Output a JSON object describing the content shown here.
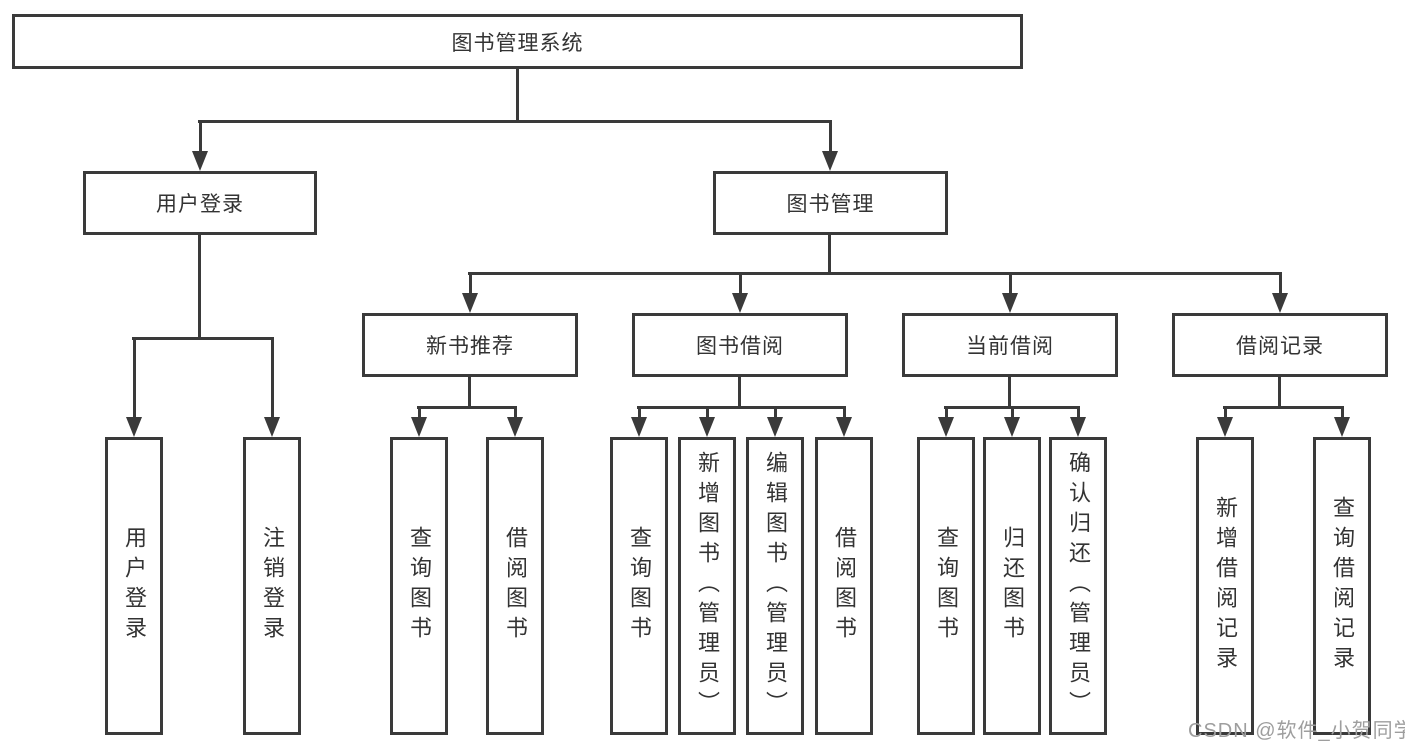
{
  "diagram": {
    "root": {
      "label": "图书管理系统"
    },
    "level2": [
      {
        "label": "用户登录"
      },
      {
        "label": "图书管理"
      }
    ],
    "level3": [
      {
        "label": "新书推荐"
      },
      {
        "label": "图书借阅"
      },
      {
        "label": "当前借阅"
      },
      {
        "label": "借阅记录"
      }
    ],
    "leaves": {
      "login": [
        "用户登录",
        "注销登录"
      ],
      "recommend": [
        "查询图书",
        "借阅图书"
      ],
      "borrow": [
        "查询图书",
        "新增图书（管理员）",
        "编辑图书（管理员）",
        "借阅图书"
      ],
      "current": [
        "查询图书",
        "归还图书",
        "确认归还（管理员）"
      ],
      "records": [
        "新增借阅记录",
        "查询借阅记录"
      ]
    }
  },
  "watermark": {
    "text": "CSDN @软件_小贺同学"
  },
  "colors": {
    "line": "#3a3a3a",
    "text": "#333333",
    "watermark": "#9e9e9e",
    "background": "#ffffff"
  }
}
